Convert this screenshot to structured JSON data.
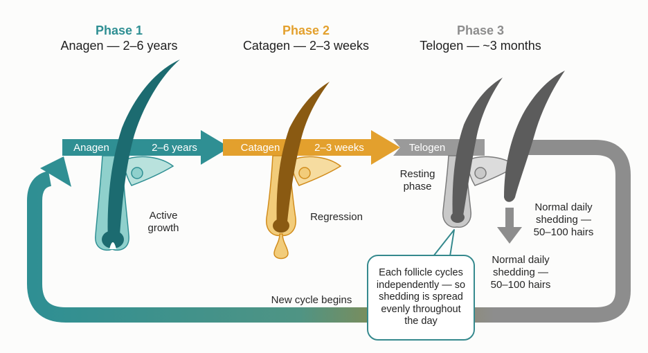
{
  "phases": [
    {
      "number_label": "Phase 1",
      "title": "Anagen — 2–6 years",
      "arrow_name": "Anagen",
      "arrow_duration": "2–6 years",
      "caption_line1": "Active",
      "caption_line2": "growth",
      "color": "#2f8f93"
    },
    {
      "number_label": "Phase 2",
      "title": "Catagen — 2–3 weeks",
      "arrow_name": "Catagen",
      "arrow_duration": "2–3 weeks",
      "caption_line1": "Regression",
      "color": "#e3a02d"
    },
    {
      "number_label": "Phase 3",
      "title": "Telogen — ~3 months",
      "arrow_name": "Telogen",
      "caption_line1": "Resting",
      "caption_line2": "phase",
      "color": "#8d8d8d"
    }
  ],
  "shedding_right": [
    "Normal daily",
    "shedding —",
    "50–100 hairs"
  ],
  "shedding_below": [
    "Normal daily",
    "shedding —",
    "50–100 hairs"
  ],
  "cycle_label": "New cycle begins",
  "callout": "Each follicle cycles independently — so shedding is spread evenly throughout the day",
  "colors": {
    "teal": "#2f8f93",
    "teal_light": "#8fd0cc",
    "amber": "#e3a02d",
    "amber_light": "#f2cc7a",
    "gray": "#8d8d8d",
    "gray_light": "#c9c9c9"
  }
}
